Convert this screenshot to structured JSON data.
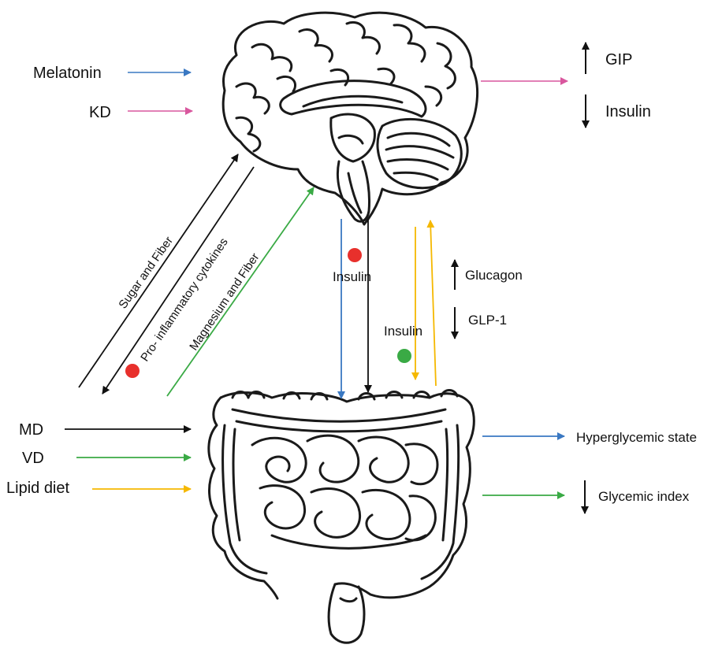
{
  "colors": {
    "blue": "#3a78c2",
    "pink": "#d9579e",
    "black": "#111111",
    "green": "#3aaa45",
    "orange": "#f5b800",
    "red_dot": "#e8302c",
    "green_dot": "#3aaa45"
  },
  "icons": [
    "brain-illustration",
    "intestine-illustration",
    "up-arrow-icon",
    "down-arrow-icon",
    "red-dot-icon",
    "green-dot-icon"
  ],
  "inputs_brain": {
    "melatonin": "Melatonin",
    "kd": "KD"
  },
  "brain_outputs": {
    "gip": "GIP",
    "gip_direction": "up",
    "insulin": "Insulin",
    "insulin_direction": "down"
  },
  "axis_labels": {
    "sugar_fiber": "Sugar and Fiber",
    "pro_inflammatory": "Pro- inflammatory cytokines",
    "magnesium_fiber": "Magnesium and Fiber"
  },
  "center_labels": {
    "insulin_red": "Insulin",
    "glucagon": "Glucagon",
    "glucagon_direction": "up",
    "glp1": "GLP-1",
    "glp1_direction": "down",
    "insulin_green": "Insulin"
  },
  "inputs_gut": {
    "md": "MD",
    "vd": "VD",
    "lipid_diet": "Lipid diet"
  },
  "gut_outputs": {
    "hyperglycemic": "Hyperglycemic state",
    "glycemic_index": "Glycemic index",
    "glycemic_direction": "down"
  }
}
